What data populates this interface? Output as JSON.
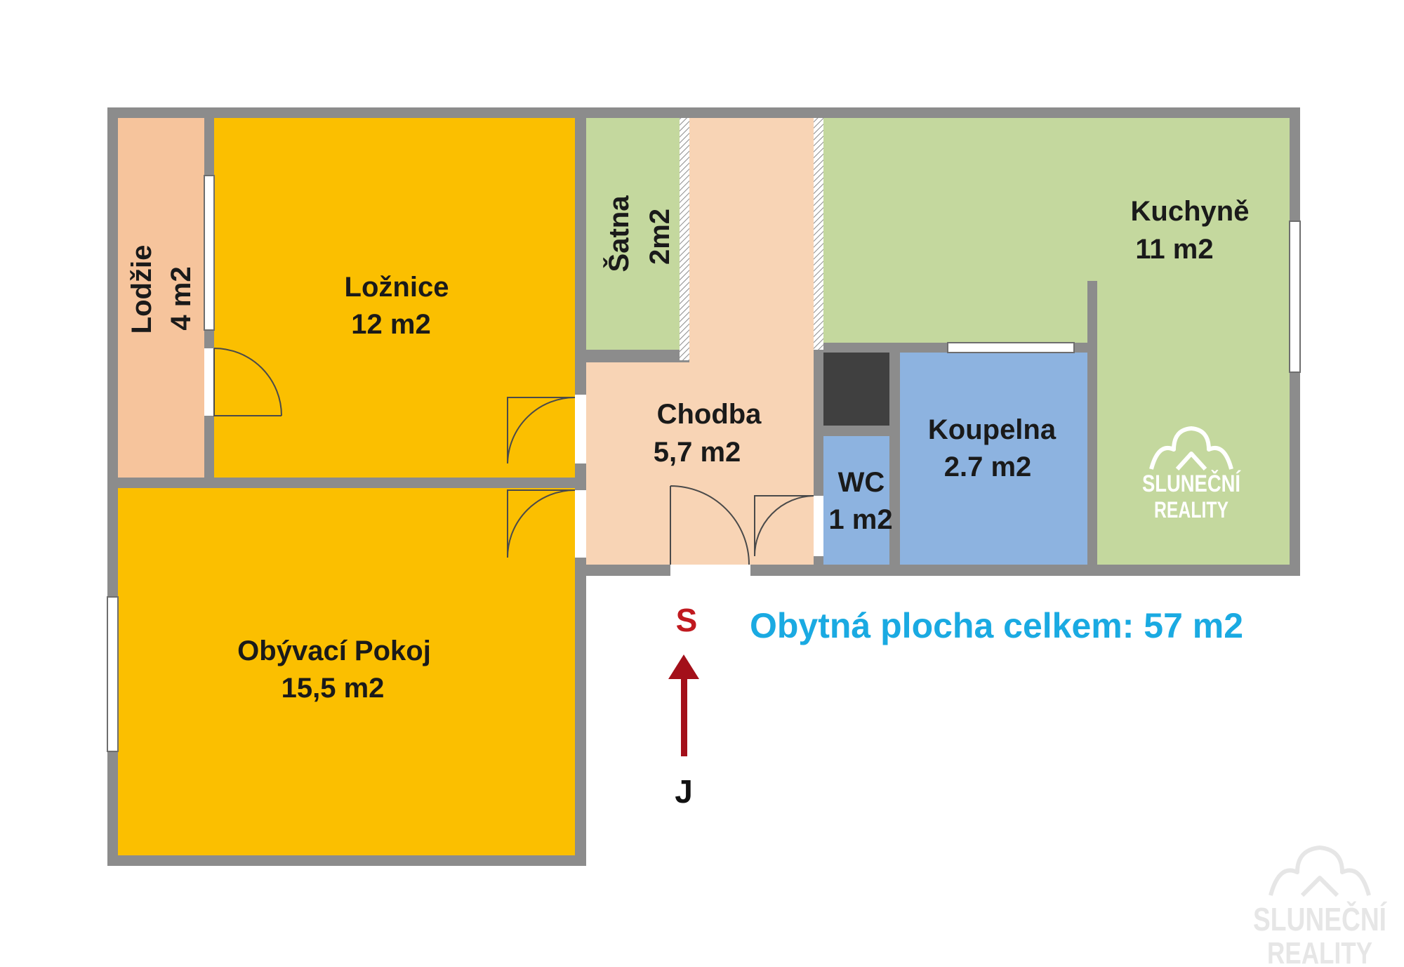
{
  "rooms": {
    "lodzie": {
      "name": "Lodžie",
      "area": "4 m2"
    },
    "loznice": {
      "name": "Ložnice",
      "area": "12 m2"
    },
    "satna": {
      "name": "Šatna",
      "area": "2m2"
    },
    "chodba": {
      "name": "Chodba",
      "area": "5,7 m2"
    },
    "kuchyne": {
      "name": "Kuchyně",
      "area": "11 m2"
    },
    "koupelna": {
      "name": "Koupelna",
      "area": "2.7 m2"
    },
    "wc": {
      "name": "WC",
      "area": "1 m2"
    },
    "obyvaci": {
      "name": "Obývací Pokoj",
      "area": "15,5 m2"
    }
  },
  "total_area": "Obytná plocha celkem: 57 m2",
  "compass": {
    "north": "S",
    "south": "J"
  },
  "logo": {
    "line1": "SLUNEČNÍ",
    "line2": "REALITY"
  },
  "colors": {
    "wall": "#8c8c8c",
    "bedroom_living": "#fbbf00",
    "hall_lodzie": "#f8d4b5",
    "lodzie": "#f6c49c",
    "kitchen_satna": "#c4d89e",
    "bath_wc": "#8db3e0",
    "shaft": "#404040",
    "total_text": "#1aaae2",
    "north": "#c0191f",
    "arrow": "#a3101a"
  }
}
